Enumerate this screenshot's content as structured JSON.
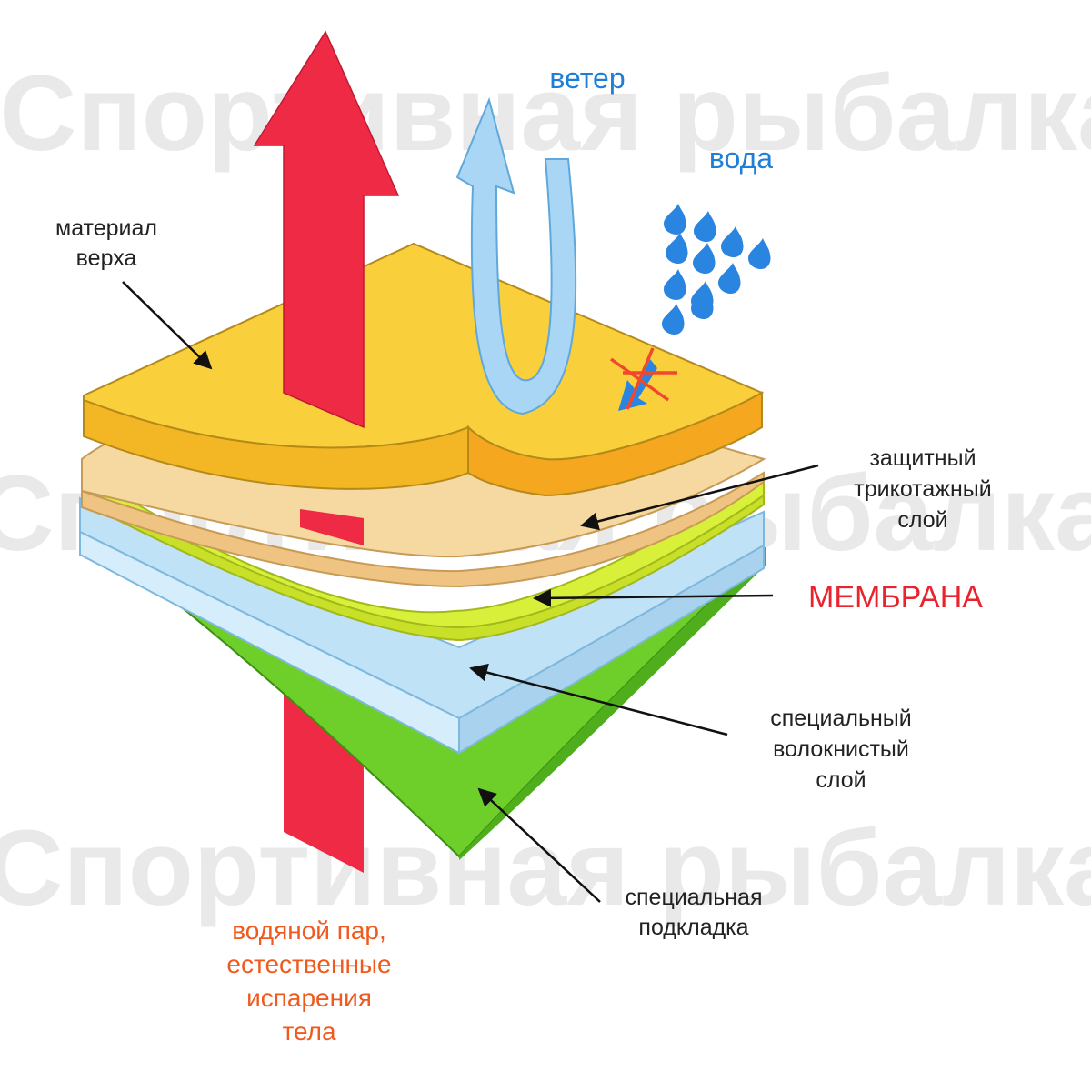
{
  "watermark": {
    "text": "Спортивная рыбалка",
    "color": "#e4e4e4"
  },
  "colors": {
    "vapor_arrow": "#ee2a45",
    "wind_arrow": "#a9d6f5",
    "wind_arrow_edge": "#5fa8dc",
    "water_drop": "#2a85e0",
    "top_layer": "#f9cf3b",
    "knit_layer": "#f6d8a1",
    "membrane_layer": "#d8f03a",
    "fiber_layer": "#bfe2f7",
    "lining_layer": "#6ecf2a",
    "blocked_cross": "#f0482e",
    "label_text": "#222222",
    "blue_text": "#1f7fd6",
    "red_text": "#e8242f",
    "orange_text": "#f05a1e"
  },
  "icons": {
    "blocked": "crossed-arrow-icon",
    "drops": "water-drop-icon"
  },
  "labels": {
    "wind": "ветер",
    "water": "вода",
    "top_material": [
      "материал",
      "верха"
    ],
    "knit_layer": [
      "защитный",
      "трикотажный",
      "слой"
    ],
    "membrane": "МЕМБРАНА",
    "fiber_layer": [
      "специальный",
      "волокнистый",
      "слой"
    ],
    "lining": [
      "специальная",
      "подкладка"
    ],
    "vapor": [
      "водяной пар,",
      "естественные",
      "испарения",
      "тела"
    ]
  }
}
